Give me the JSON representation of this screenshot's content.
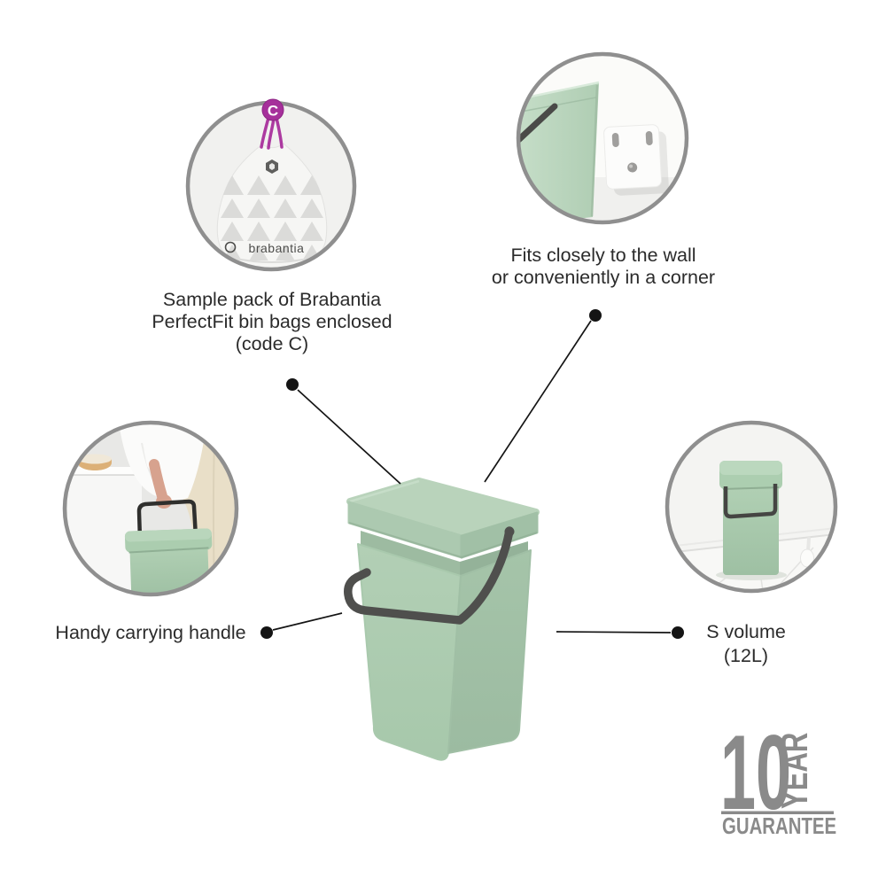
{
  "page": {
    "background": "#ffffff"
  },
  "colors": {
    "jade_front": "#ACC9B0",
    "jade_lid_top": "#B9D3BB",
    "jade_side": "#A1C0A6",
    "handle_gray": "#4F4F4D",
    "circle_border": "#8F8F8F",
    "text": "#2B2B2B",
    "accent_purple": "#A6309B",
    "guarantee_gray": "#8A8A8A"
  },
  "callouts": {
    "bags": {
      "line1": "Sample pack of Brabantia",
      "line2": "PerfectFit bin bags enclosed",
      "line3": "(code C)"
    },
    "wall": {
      "line1": "Fits closely to the wall",
      "line2": "or conveniently in a corner"
    },
    "handle": {
      "line1": "Handy carrying handle"
    },
    "volume": {
      "line1": "S volume",
      "line2": "(12L)"
    }
  },
  "bag_inset": {
    "badge_letter": "C",
    "brand": "brabantia"
  },
  "guarantee": {
    "number": "10",
    "year": "YEAR",
    "label": "GUARANTEE"
  }
}
